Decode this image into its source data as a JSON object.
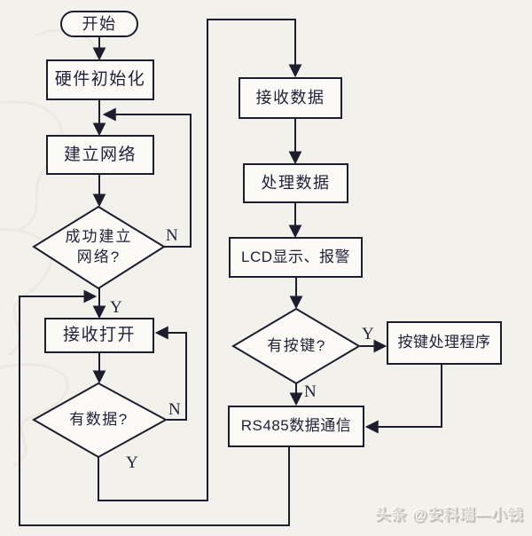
{
  "colors": {
    "line": "#1d1d2e",
    "text": "#22223a",
    "background": "#f3f1ec",
    "node_fill": "#fbfaf7",
    "watermark": "#dbd8d2"
  },
  "flowchart": {
    "nodes": {
      "start": {
        "label": "开始"
      },
      "hw_init": {
        "label": "硬件初始化"
      },
      "setup_network": {
        "label": "建立网络"
      },
      "network_ok": {
        "line1": "成功建立",
        "line2": "网络?"
      },
      "receive_open": {
        "label": "接收打开"
      },
      "has_data": {
        "label": "有数据?"
      },
      "receive_data": {
        "label": "接收数据"
      },
      "process_data": {
        "label": "处理数据"
      },
      "lcd_alarm": {
        "label": "LCD显示、报警"
      },
      "has_key": {
        "label": "有按键?"
      },
      "key_handler": {
        "label": "按键处理程序"
      },
      "rs485_comm": {
        "label": "RS485数据通信"
      }
    },
    "branch_labels": {
      "network_ok_no": "N",
      "network_ok_yes": "Y",
      "has_data_no": "N",
      "has_data_yes": "Y",
      "has_key_yes": "Y",
      "has_key_no": "N"
    },
    "watermark": "头条 @安科瑞—小钱"
  }
}
